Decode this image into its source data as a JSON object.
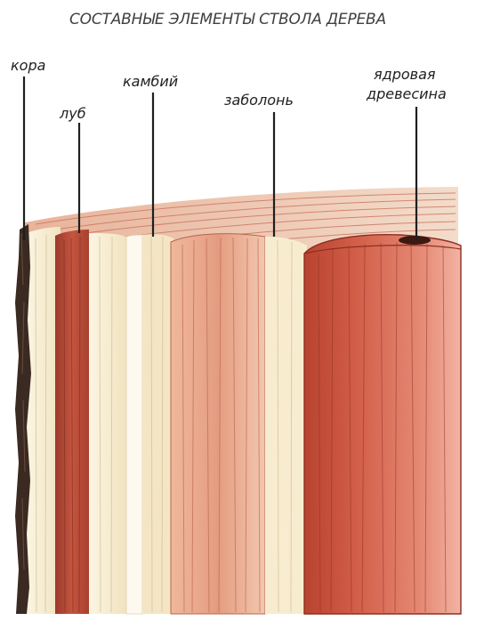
{
  "title": "СОСТАВНЫЕ ЭЛЕМЕНТЫ СТВОЛА ДЕРЕВА",
  "labels": {
    "bark": "кора",
    "phloem": "луб",
    "cambium": "камбий",
    "sapwood": "заболонь",
    "heartwood_line1": "ядровая",
    "heartwood_line2": "древесина"
  },
  "colors": {
    "bark": "#3a2a22",
    "phloem": "#b84a38",
    "cambium": "#fbf3e0",
    "sapwood": "#e9a98c",
    "heartwood": "#cf5a46",
    "wood_pale": "#f6ebcf",
    "leader_line": "#1f1f1f"
  }
}
